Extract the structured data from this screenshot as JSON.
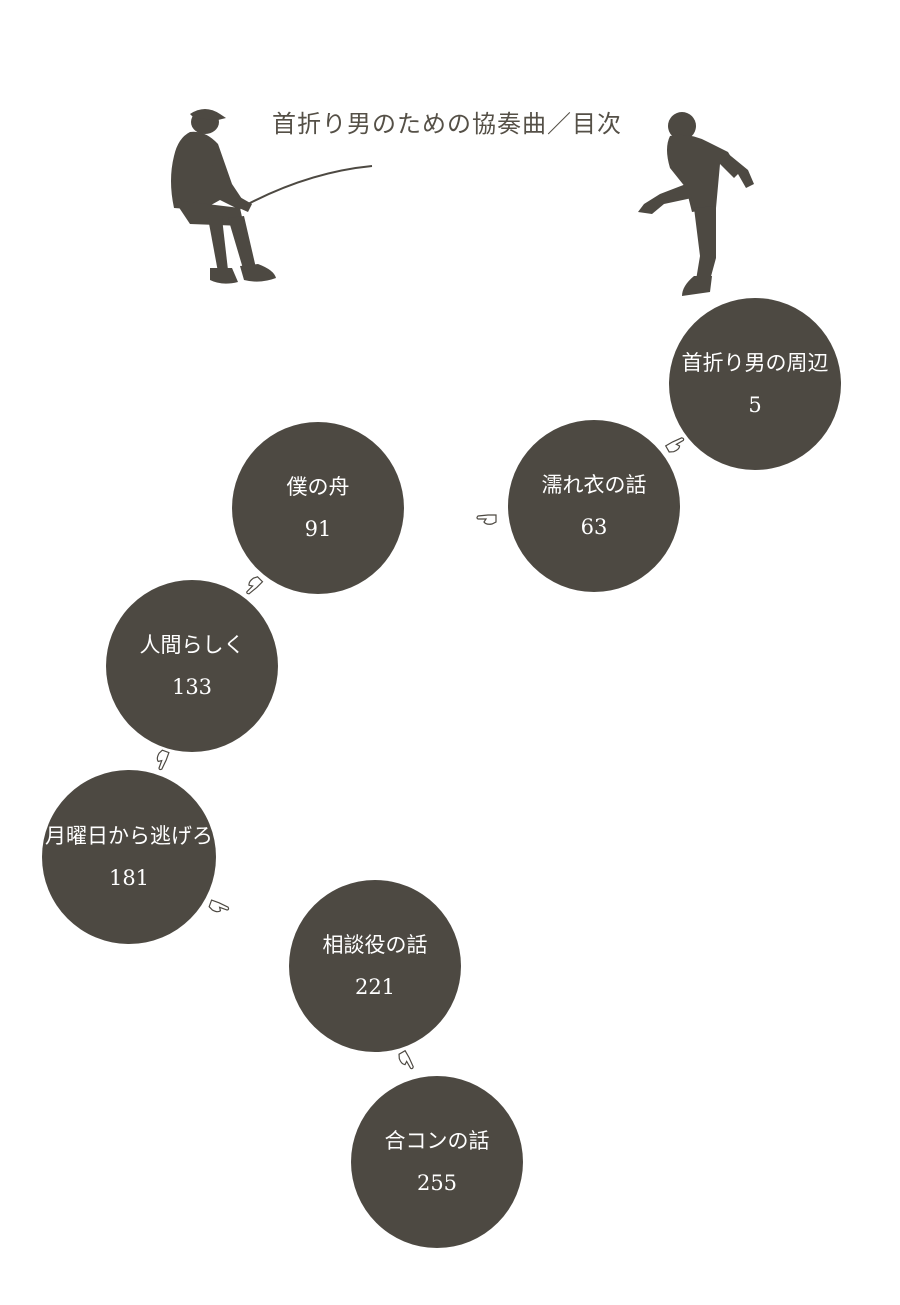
{
  "title": "首折り男のための協奏曲／目次",
  "chapters": [
    {
      "title": "首折り男の周辺",
      "page": "5"
    },
    {
      "title": "濡れ衣の話",
      "page": "63"
    },
    {
      "title": "僕の舟",
      "page": "91"
    },
    {
      "title": "人間らしく",
      "page": "133"
    },
    {
      "title": "月曜日から逃げろ",
      "page": "181"
    },
    {
      "title": "相談役の話",
      "page": "221"
    },
    {
      "title": "合コンの話",
      "page": "255"
    }
  ],
  "icons": [
    "fishing-man-icon",
    "kicking-man-icon",
    "pointing-hand-icon"
  ],
  "colors": {
    "circle": "#4d4942",
    "text": "#555047"
  }
}
